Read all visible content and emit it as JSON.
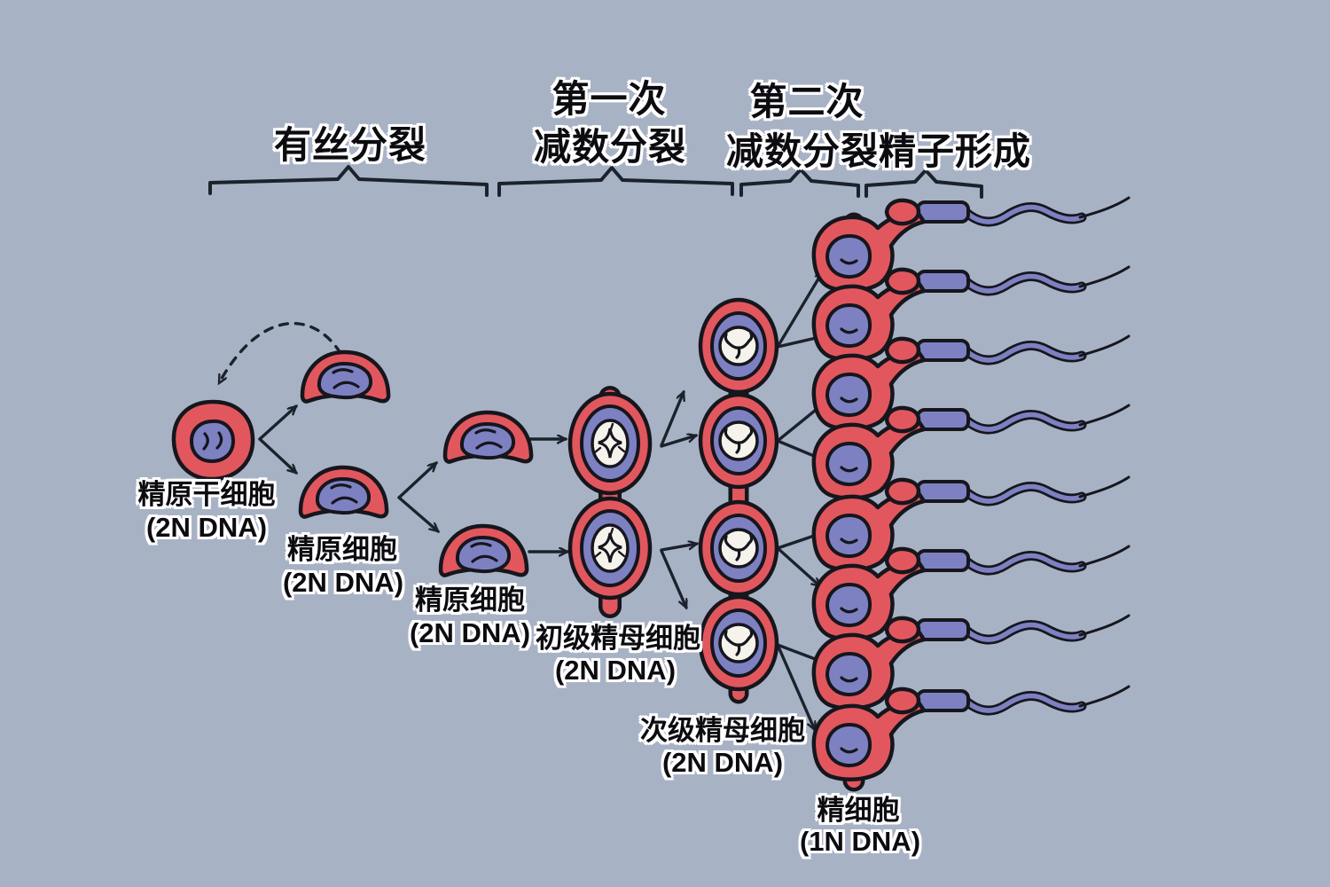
{
  "diagram_title": "spermatogenesis-process-diagram",
  "stages": {
    "mitosis": "有丝分裂",
    "meiosis1": [
      "第一次",
      "减数分裂"
    ],
    "meiosis2": [
      "第二次",
      "减数分裂精子形成"
    ]
  },
  "cells": {
    "stem": {
      "label": "精原干细胞",
      "dna": "(2N DNA)"
    },
    "spermatogonium_a": {
      "label": "精原细胞",
      "dna": "(2N DNA)"
    },
    "spermatogonium_b": {
      "label": "精原细胞",
      "dna": "(2N DNA)"
    },
    "primary": {
      "label": "初级精母细胞",
      "dna": "(2N DNA)"
    },
    "secondary": {
      "label": "次级精母细胞",
      "dna": "(2N DNA)"
    },
    "spermatid": {
      "label": "精细胞",
      "dna": "(1N DNA)"
    }
  },
  "colors": {
    "background": "#a8b2c5",
    "cell_red": "#e2575e",
    "nucleus_purple": "#7d81c2",
    "organelle_white": "#f5f3ec",
    "outline": "#16161d",
    "arrow": "#1b222c",
    "label_text": "#0b0b10",
    "label_halo": "#ffffff"
  }
}
